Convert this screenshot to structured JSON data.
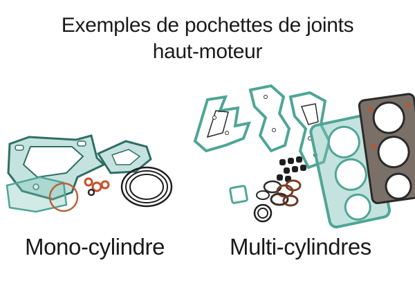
{
  "title": {
    "line1": "Exemples de pochettes de joints",
    "line2": "haut-moteur"
  },
  "labels": {
    "mono": "Mono-cylindre",
    "multi": "Multi-cylindres"
  },
  "colors": {
    "gasket_green": "#4fa596",
    "gasket_edge": "#2f6e64",
    "gasket_dark": "#2a2a2a",
    "oring_red": "#c8502a",
    "background": "#ffffff"
  }
}
